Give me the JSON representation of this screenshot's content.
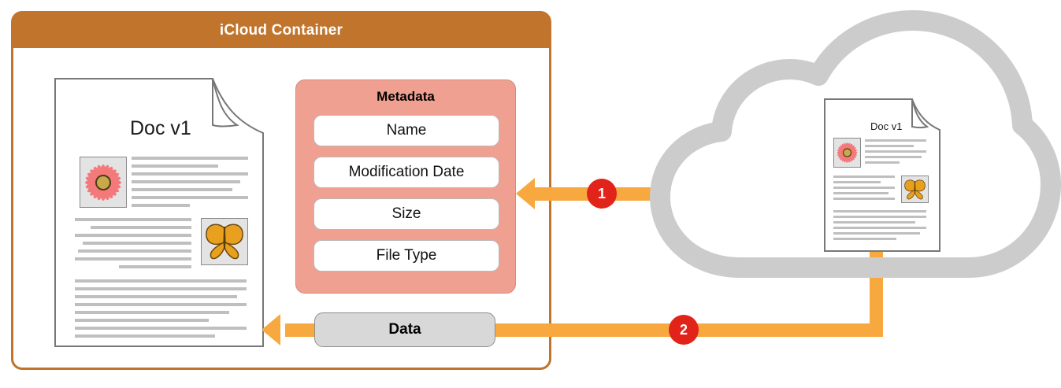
{
  "container": {
    "title": "iCloud Container",
    "header_color": "#c0742c",
    "border_color": "#c0742c"
  },
  "local_document": {
    "title": "Doc v1",
    "images": [
      "flower-thumbnail",
      "butterfly-thumbnail"
    ]
  },
  "cloud_document": {
    "title": "Doc v1",
    "images": [
      "flower-thumbnail",
      "butterfly-thumbnail"
    ]
  },
  "metadata": {
    "title": "Metadata",
    "panel_color": "#f0a090",
    "fields": [
      {
        "label": "Name"
      },
      {
        "label": "Modification Date"
      },
      {
        "label": "Size"
      },
      {
        "label": "File Type"
      }
    ]
  },
  "flows": [
    {
      "step": "1",
      "target": "metadata",
      "direction": "cloud-to-container"
    },
    {
      "step": "2",
      "target": "data",
      "direction": "cloud-to-container"
    }
  ],
  "data_transfer": {
    "label": "Data",
    "chip_color": "#d8d8d8"
  },
  "cloud": {
    "name": "icloud-service",
    "color": "#cccccc"
  },
  "colors": {
    "arrow": "#f7a940",
    "badge": "#e2231a",
    "text_line": "#bfbfbf"
  }
}
